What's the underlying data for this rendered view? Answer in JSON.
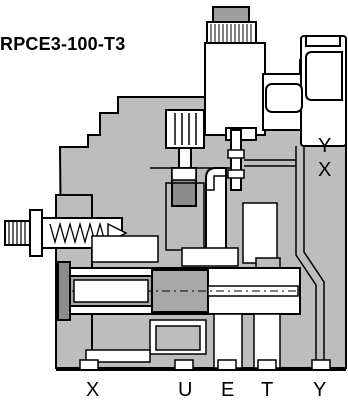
{
  "title": "RPCE3-100-T3",
  "port_labels": {
    "bottom_x": "X",
    "bottom_u": "U",
    "bottom_e": "E",
    "bottom_t": "T",
    "bottom_y": "Y",
    "right_y": "Y",
    "right_x": "X"
  },
  "colors": {
    "body": "#bdbdbd",
    "body_dark": "#8c8c8c",
    "cavity": "#ffffff",
    "line": "#000000",
    "spool": "#a8a8a8"
  }
}
